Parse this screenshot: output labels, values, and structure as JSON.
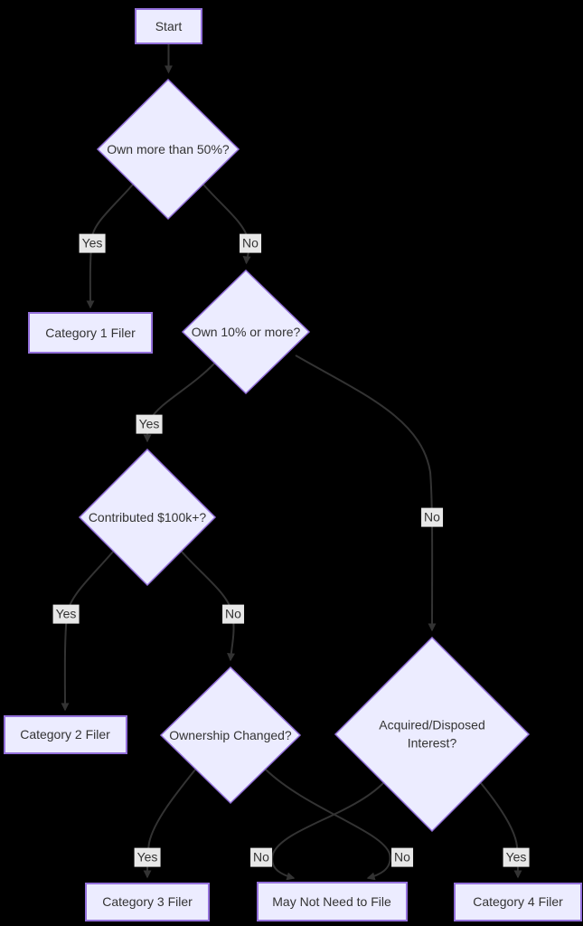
{
  "diagram": {
    "type": "flowchart",
    "direction": "top-down",
    "colors": {
      "background": "#000000",
      "node_fill": "#ECECFF",
      "node_border": "#9370DB",
      "edge_stroke": "#333333",
      "edge_label_background": "#e8e8e8",
      "text": "#333333"
    },
    "nodes": [
      {
        "id": "start",
        "shape": "rect",
        "label": "Start"
      },
      {
        "id": "q_own_more_50",
        "shape": "diamond",
        "label": "Own more than 50%?"
      },
      {
        "id": "category_1",
        "shape": "rect",
        "label": "Category 1 Filer"
      },
      {
        "id": "q_own_10_or_more",
        "shape": "diamond",
        "label": "Own 10% or more?"
      },
      {
        "id": "q_contributed_100k",
        "shape": "diamond",
        "label": "Contributed $100k+?"
      },
      {
        "id": "category_2",
        "shape": "rect",
        "label": "Category 2 Filer"
      },
      {
        "id": "q_ownership_changed",
        "shape": "diamond",
        "label": "Ownership Changed?"
      },
      {
        "id": "q_acquired_disposed",
        "shape": "diamond",
        "label": "Acquired/Disposed Interest?"
      },
      {
        "id": "category_3",
        "shape": "rect",
        "label": "Category 3 Filer"
      },
      {
        "id": "may_not_need_to_file",
        "shape": "rect",
        "label": "May Not Need to File"
      },
      {
        "id": "category_4",
        "shape": "rect",
        "label": "Category 4 Filer"
      }
    ],
    "edges": [
      {
        "from": "start",
        "to": "q_own_more_50",
        "label": ""
      },
      {
        "from": "q_own_more_50",
        "to": "category_1",
        "label": "Yes"
      },
      {
        "from": "q_own_more_50",
        "to": "q_own_10_or_more",
        "label": "No"
      },
      {
        "from": "q_own_10_or_more",
        "to": "q_contributed_100k",
        "label": "Yes"
      },
      {
        "from": "q_own_10_or_more",
        "to": "q_acquired_disposed",
        "label": "No"
      },
      {
        "from": "q_contributed_100k",
        "to": "category_2",
        "label": "Yes"
      },
      {
        "from": "q_contributed_100k",
        "to": "q_ownership_changed",
        "label": "No"
      },
      {
        "from": "q_ownership_changed",
        "to": "category_3",
        "label": "Yes"
      },
      {
        "from": "q_ownership_changed",
        "to": "may_not_need_to_file",
        "label": "No"
      },
      {
        "from": "q_acquired_disposed",
        "to": "may_not_need_to_file",
        "label": "No"
      },
      {
        "from": "q_acquired_disposed",
        "to": "category_4",
        "label": "Yes"
      }
    ]
  }
}
